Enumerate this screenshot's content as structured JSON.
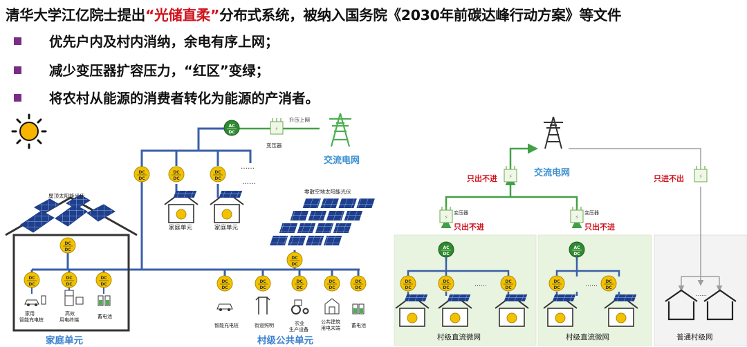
{
  "header": {
    "title_pre": "清华大学江亿院士提出",
    "title_highlight": "“光储直柔”",
    "title_post": "分布式系统，被纳入国务院《2030年前碳达峰行动方案》等文件"
  },
  "bullets": [
    "优先户内及村内消纳，余电有序上网；",
    "减少变压器扩容压力，“红区”变绿；",
    "将农村从能源的消费者转化为能源的产消者。"
  ],
  "left_diagram": {
    "transformer_label": "变压器",
    "step_up_label": "升压上网",
    "grid_label": "交流电网",
    "ac_dc": "AC/DC",
    "dc_dc": "DC/DC",
    "dots": "……",
    "rooftop_pv": "屋顶太阳能光伏",
    "public_pv": "零散空地太阳能光伏",
    "household_unit": "家庭单元",
    "village_public_unit": "村级公共单元",
    "small_house_label": "家庭单元",
    "home_devices": [
      "家用\n智能充电桩",
      "高效\n用电终端",
      "蓄电池"
    ],
    "public_devices": [
      "智能充电桩",
      "街道照明",
      "农业\n生产设备",
      "公共建筑\n用电末端",
      "蓄电池"
    ]
  },
  "right_diagram": {
    "grid_label": "交流电网",
    "only_out": "只出不进",
    "only_in": "只进不出",
    "transformer_label": "变压器",
    "dc_microgrid": "村级直流微网",
    "normal_grid": "普通村级网",
    "dots": "……"
  },
  "colors": {
    "title_highlight": "#d0121b",
    "bus_blue": "#3a5fa8",
    "green": "#43a047",
    "panel_bg": "#e8f3e0",
    "grey": "#9e9e9e",
    "converter": "#f2c200"
  }
}
